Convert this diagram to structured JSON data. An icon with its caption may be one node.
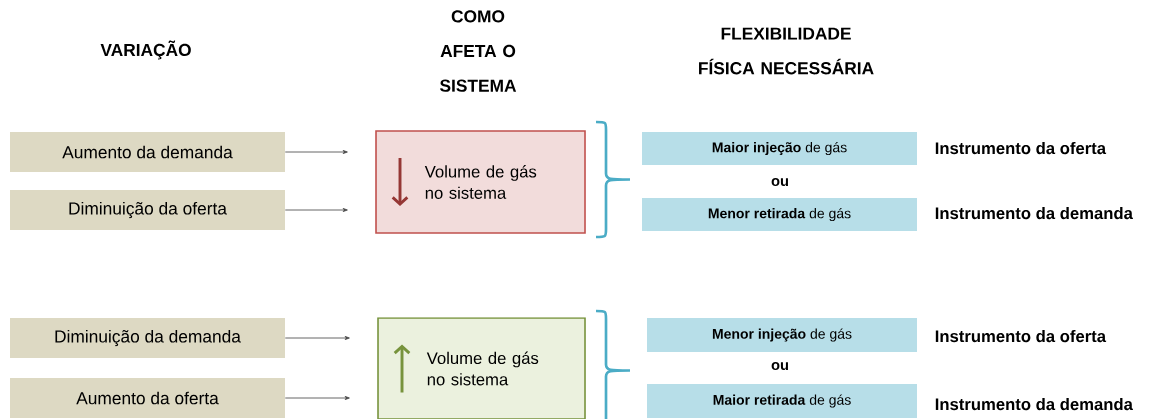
{
  "diagram": {
    "nodes": [
      {
        "text": [
          "Aumento da demanda"
        ]
      },
      {
        "text": [
          "Diminuição da oferta"
        ]
      },
      {
        "text": [
          "Volume de gás no sistema"
        ]
      },
      {
        "text": [
          "**Maior injeção** de gás"
        ]
      },
      {
        "text": [
          "**Menor retirada** de gás"
        ]
      },
      {
        "text": [
          "Diminuição da demanda"
        ]
      },
      {
        "text": [
          "Aumento da oferta"
        ]
      },
      {
        "text": [
          "Volume de gás no sistema"
        ]
      },
      {
        "text": [
          "**Menor injeção** de gás"
        ]
      },
      {
        "text": [
          "**Maior retirada** de gás"
        ]
      }
    ],
    "edges": [
      {
        "from": 0,
        "to": 2,
        "arrow": "to"
      },
      {
        "from": 1,
        "to": 2,
        "arrow": "to"
      },
      {
        "from": 5,
        "to": 7,
        "arrow": "to"
      },
      {
        "from": 6,
        "to": 7,
        "arrow": "to"
      }
    ],
    "labels": [
      "VARIAÇÃO",
      "COMO AFETA O SISTEMA",
      "FLEXIBILIDADE FÍSICA NECESSÁRIA",
      "Instrumento da oferta",
      "ou",
      "Instrumento da demanda",
      "Instrumento da oferta",
      "ou",
      "Instrumento da demanda"
    ]
  }
}
